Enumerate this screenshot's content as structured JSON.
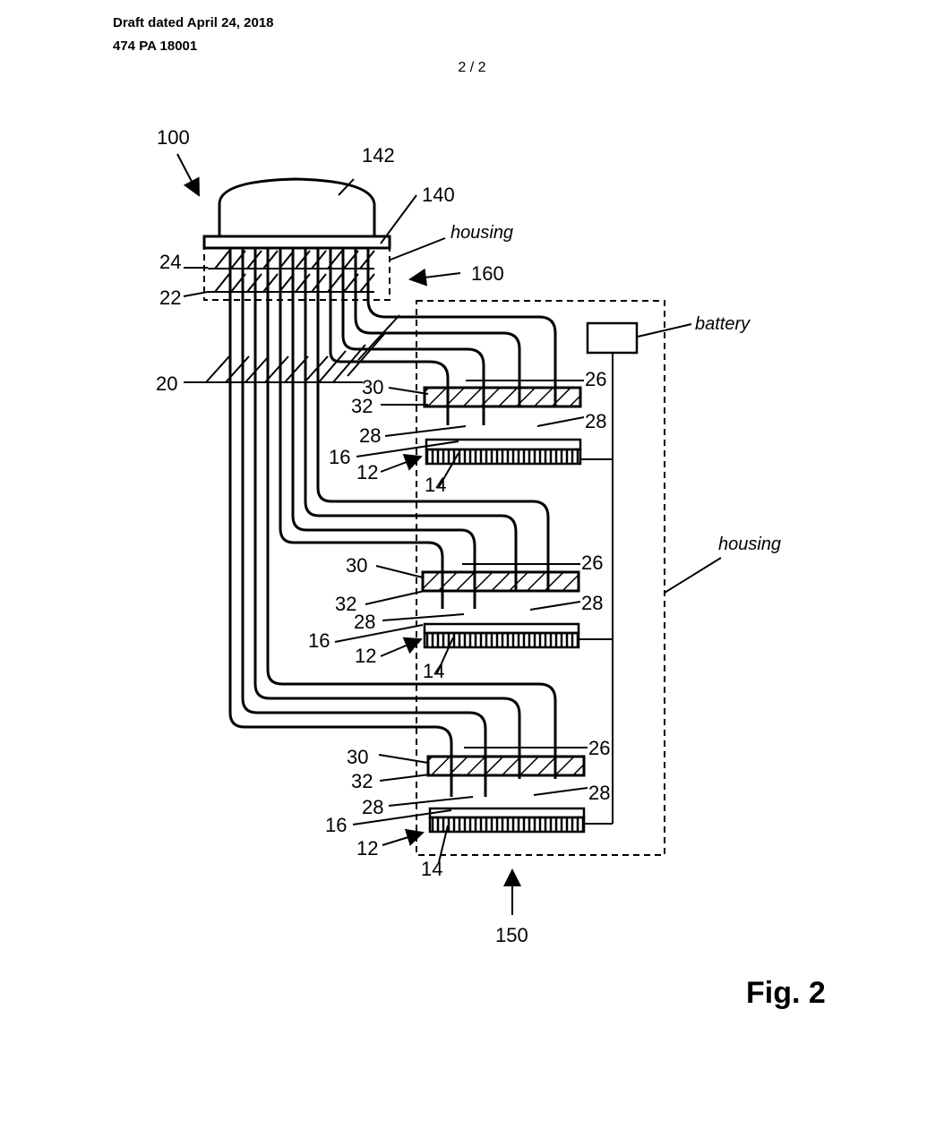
{
  "header": {
    "draft": "Draft dated April 24, 2018",
    "doc_no": "474 PA 18001",
    "page": "2 / 2"
  },
  "figure": {
    "caption": "Fig. 2",
    "refs": {
      "r100": "100",
      "r142": "142",
      "r140": "140",
      "r160": "160",
      "r150": "150",
      "r24": "24",
      "r22": "22",
      "r20": "20"
    },
    "housing_label": "housing",
    "battery_label": "battery",
    "units": [
      {
        "r30": "30",
        "r32": "32",
        "r28a": "28",
        "r16": "16",
        "r12": "12",
        "r14": "14",
        "r26": "26",
        "r28b": "28"
      },
      {
        "r30": "30",
        "r32": "32",
        "r28a": "28",
        "r16": "16",
        "r12": "12",
        "r14": "14",
        "r26": "26",
        "r28b": "28"
      },
      {
        "r30": "30",
        "r32": "32",
        "r28a": "28",
        "r16": "16",
        "r12": "12",
        "r14": "14",
        "r26": "26",
        "r28b": "28"
      }
    ]
  }
}
